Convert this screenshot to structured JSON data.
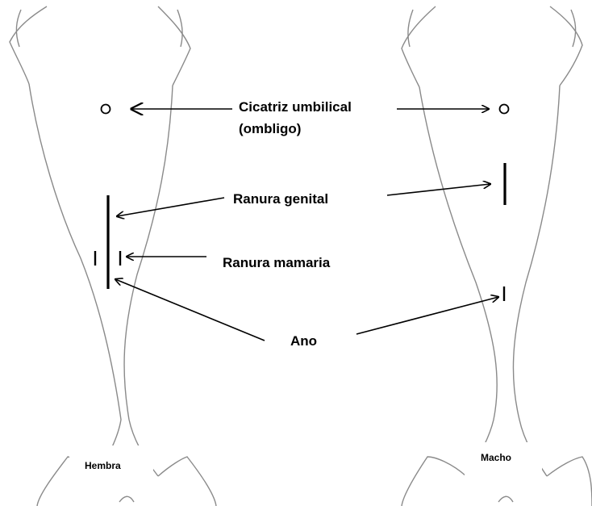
{
  "labels": {
    "umbilical_line1": "Cicatriz umbilical",
    "umbilical_line2": "(ombligo)",
    "genital": "Ranura genital",
    "mammary": "Ranura mamaria",
    "anus": "Ano",
    "female": "Hembra",
    "male": "Macho"
  },
  "colors": {
    "outline": "#8a8a8a",
    "ink": "#000000",
    "background": "#ffffff"
  }
}
